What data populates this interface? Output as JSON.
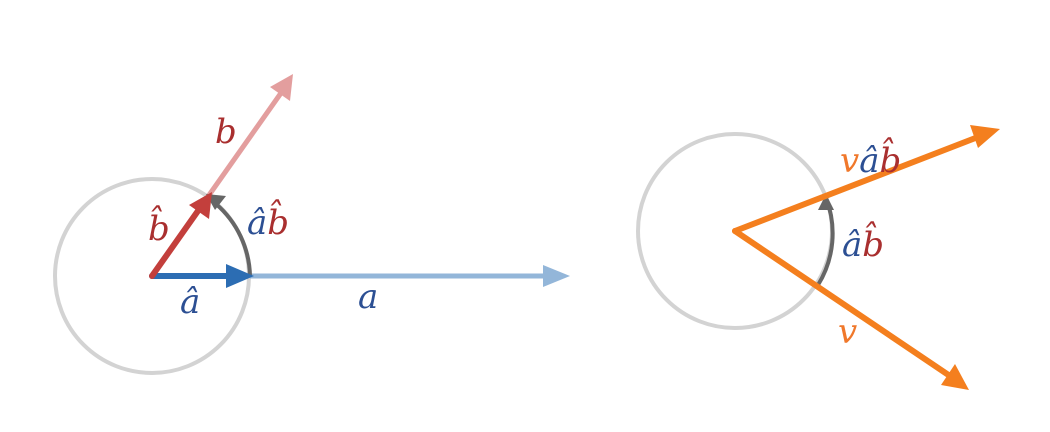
{
  "colors": {
    "circle": "#d3d3d3",
    "a_vector": "#2c6db3",
    "a_vector_light": "#93b6d9",
    "b_vector": "#c33f3c",
    "b_vector_light": "#e39e9e",
    "rotor_arc": "#666666",
    "v_vector": "#f47f1e",
    "label_a": "#2c4f93",
    "label_b": "#a92f2f",
    "label_v": "#f0782b"
  },
  "left_figure": {
    "label_b": "b",
    "label_b_hat": "b̂",
    "label_rotor_a": "â",
    "label_rotor_b": "b̂",
    "label_a_hat": "â",
    "label_a": "a"
  },
  "right_figure": {
    "label_rotated_v": "v",
    "label_rotated_a": "â",
    "label_rotated_b": "b̂",
    "label_rotor_a": "â",
    "label_rotor_b": "b̂",
    "label_v": "v"
  }
}
